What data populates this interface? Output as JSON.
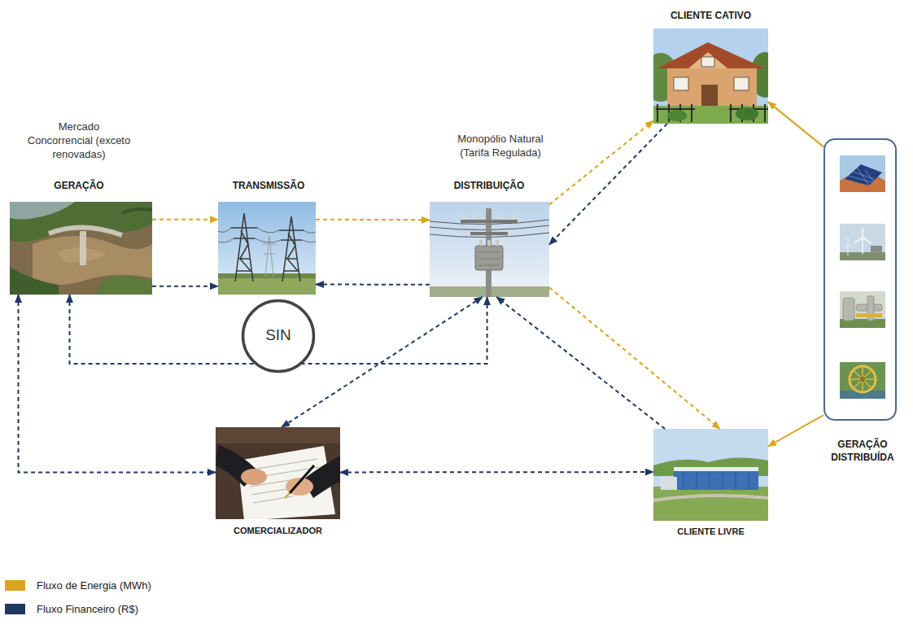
{
  "diagram": {
    "nodes": [
      {
        "text": [
          "Mercado Concorrencial (exceto renovadas)",
          "GERAÇÃO"
        ]
      },
      {
        "text": [
          "TRANSMISSÃO"
        ]
      },
      {
        "text": [
          "Monopólio Natural (Tarifa Regulada)",
          "DISTRIBUIÇÃO"
        ]
      },
      {
        "text": [
          "SIN"
        ]
      },
      {
        "text": [
          "CLIENTE CATIVO"
        ]
      },
      {
        "text": [
          "COMERCIALIZADOR"
        ]
      },
      {
        "text": [
          "CLIENTE LIVRE"
        ]
      },
      {
        "text": [
          "GERAÇÃO DISTRIBUÍDA"
        ]
      }
    ],
    "edges": [
      {
        "from": 0,
        "to": 1,
        "arrow": "to"
      },
      {
        "from": 1,
        "to": 2,
        "arrow": "to"
      },
      {
        "from": 2,
        "to": 4,
        "arrow": "to"
      },
      {
        "from": 2,
        "to": 6,
        "arrow": "to"
      },
      {
        "from": 7,
        "to": 4,
        "arrow": "to"
      },
      {
        "from": 7,
        "to": 6,
        "arrow": "to"
      },
      {
        "from": 0,
        "to": 1,
        "arrow": "to"
      },
      {
        "from": 2,
        "to": 1,
        "arrow": "to"
      },
      {
        "from": 4,
        "to": 2,
        "arrow": "to"
      },
      {
        "from": 2,
        "to": 0,
        "arrow": "both"
      },
      {
        "from": 2,
        "to": 5,
        "arrow": "both"
      },
      {
        "from": 6,
        "to": 2,
        "arrow": "to"
      },
      {
        "from": 0,
        "to": 5,
        "arrow": "both"
      },
      {
        "from": 5,
        "to": 6,
        "arrow": "both"
      }
    ],
    "legend": [
      {
        "text": "Fluxo de Energia (MWh)",
        "color": "#d9a520"
      },
      {
        "text": "Fluxo Financeiro (R$)",
        "color": "#1f3864"
      }
    ]
  }
}
